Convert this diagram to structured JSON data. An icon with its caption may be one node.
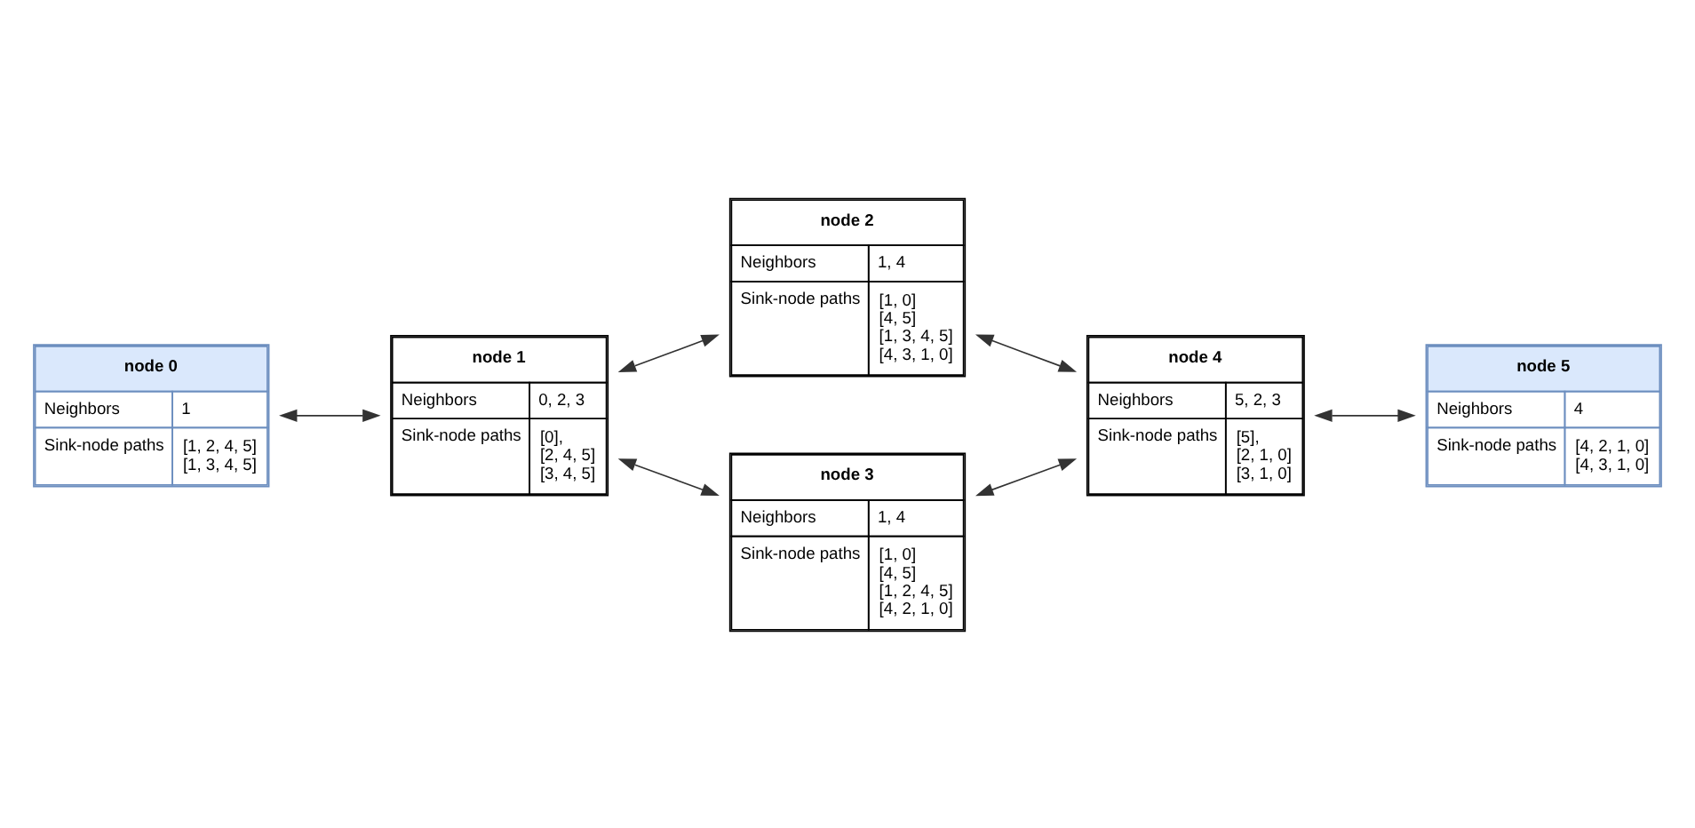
{
  "diagram": {
    "nodes": [
      {
        "text": [
          "node 0",
          "Neighbors",
          "1",
          "Sink-node paths",
          "[1, 2, 4, 5]",
          "[1, 3, 4, 5]"
        ]
      },
      {
        "text": [
          "node 1",
          "Neighbors",
          "0, 2, 3",
          "Sink-node paths",
          "[0],",
          "[2, 4, 5]",
          "[3, 4, 5]"
        ]
      },
      {
        "text": [
          "node 2",
          "Neighbors",
          "1, 4",
          "Sink-node paths",
          "[1, 0]",
          "[4, 5]",
          "[1, 3, 4, 5]",
          "[4, 3, 1, 0]"
        ]
      },
      {
        "text": [
          "node 3",
          "Neighbors",
          "1, 4",
          "Sink-node paths",
          "[1, 0]",
          "[4, 5]",
          "[1, 2, 4, 5]",
          "[4, 2, 1, 0]"
        ]
      },
      {
        "text": [
          "node 4",
          "Neighbors",
          "5, 2, 3",
          "Sink-node paths",
          "[5],",
          "[2, 1, 0]",
          "[3, 1, 0]"
        ]
      },
      {
        "text": [
          "node 5",
          "Neighbors",
          "4",
          "Sink-node paths",
          "[4, 2, 1, 0]",
          "[4, 3, 1, 0]"
        ]
      }
    ],
    "edges": [
      {
        "from": 0,
        "to": 1,
        "arrow": "both"
      },
      {
        "from": 1,
        "to": 2,
        "arrow": "both"
      },
      {
        "from": 1,
        "to": 3,
        "arrow": "both"
      },
      {
        "from": 2,
        "to": 4,
        "arrow": "both"
      },
      {
        "from": 3,
        "to": 4,
        "arrow": "both"
      },
      {
        "from": 4,
        "to": 5,
        "arrow": "both"
      }
    ]
  }
}
